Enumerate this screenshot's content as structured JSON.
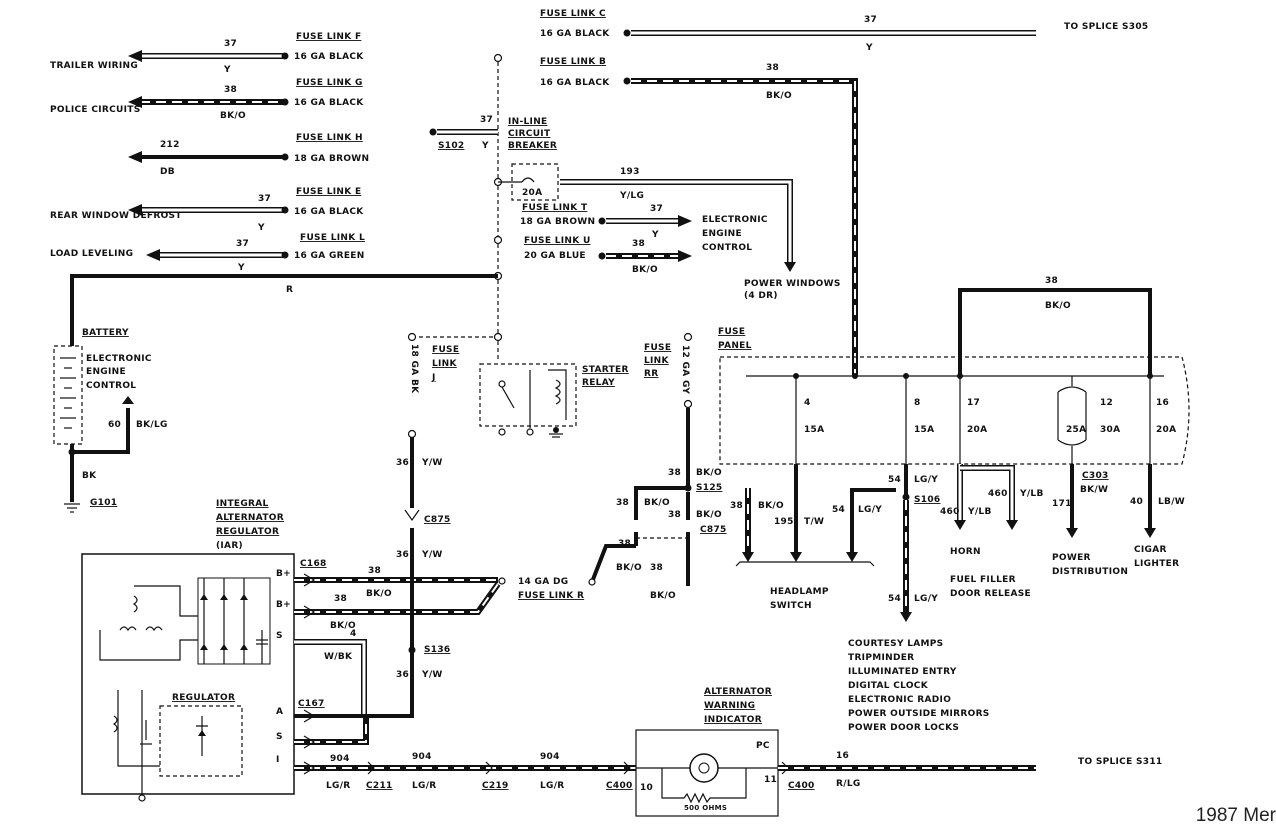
{
  "fuse_links_left": [
    {
      "circuit": "37",
      "name": "FUSE LINK F",
      "gauge": "16 GA BLACK",
      "color": "Y",
      "dest": "TRAILER WIRING"
    },
    {
      "circuit": "38",
      "name": "FUSE LINK G",
      "gauge": "16 GA BLACK",
      "color": "BK/O",
      "dest": "POLICE CIRCUITS"
    },
    {
      "circuit": "212",
      "name": "FUSE LINK H",
      "gauge": "18 GA BROWN",
      "color": "DB",
      "dest": ""
    },
    {
      "circuit": "37",
      "name": "FUSE LINK E",
      "gauge": "16 GA BLACK",
      "color": "Y",
      "dest": "REAR WINDOW DEFROST"
    },
    {
      "circuit": "37",
      "name": "FUSE LINK L",
      "gauge": "16 GA GREEN",
      "color": "Y",
      "dest": "LOAD LEVELING"
    }
  ],
  "fuse_links_top": [
    {
      "circuit": "37",
      "name": "FUSE LINK C",
      "gauge": "16 GA BLACK",
      "color": "Y",
      "dest": "TO SPLICE S305"
    },
    {
      "circuit": "38",
      "name": "FUSE LINK B",
      "gauge": "16 GA BLACK",
      "color": "BK/O"
    }
  ],
  "breaker": {
    "circuit": "37",
    "splice": "S102",
    "color": "Y",
    "title": [
      "IN-LINE",
      "CIRCUIT",
      "BREAKER"
    ],
    "rating": "20A",
    "out_circuit": "193",
    "out_color": "Y/LG",
    "dest": [
      "POWER WINDOWS",
      "(4 DR)"
    ]
  },
  "fuse_link_t": {
    "name": "FUSE LINK T",
    "gauge": "18 GA BROWN",
    "circuit": "37",
    "color": "Y"
  },
  "fuse_link_u": {
    "name": "FUSE LINK U",
    "gauge": "20 GA BLUE",
    "circuit": "38",
    "color": "BK/O"
  },
  "eec": [
    "ELECTRONIC",
    "ENGINE",
    "CONTROL"
  ],
  "battery": {
    "title": "BATTERY",
    "eec": [
      "ELECTRONIC",
      "ENGINE",
      "CONTROL"
    ],
    "eec_circuit": "60",
    "eec_color": "BK/LG",
    "ground_color": "BK",
    "ground": "G101",
    "main_color": "R"
  },
  "fuse_link_j": {
    "gauge": "18 GA BK",
    "title": [
      "FUSE",
      "LINK",
      "J"
    ]
  },
  "starter": {
    "title": [
      "STARTER",
      "RELAY"
    ]
  },
  "fuse_link_rr": {
    "title": [
      "FUSE",
      "LINK",
      "RR"
    ],
    "gauge": "12 GA GY"
  },
  "fuse_panel": {
    "title": [
      "FUSE",
      "PANEL"
    ],
    "top_circuit": "38",
    "top_color": "BK/O",
    "fuses": [
      {
        "num": "4",
        "amp": "15A"
      },
      {
        "num": "8",
        "amp": "15A"
      },
      {
        "num": "17",
        "amp": "20A"
      },
      {
        "num": "12",
        "amp": "30A",
        "extra": "25A"
      },
      {
        "num": "16",
        "amp": "20A"
      }
    ]
  },
  "outputs": {
    "headlamp": {
      "c1": "38",
      "col1": "BK/O",
      "c2": "195",
      "col2": "T/W",
      "c3": "54",
      "col3": "LG/Y",
      "label": [
        "HEADLAMP",
        "SWITCH"
      ]
    },
    "splice_s106": {
      "circuit": "54",
      "color": "LG/Y",
      "name": "S106",
      "down_circuit": "54",
      "down_color": "LG/Y"
    },
    "horn": {
      "circuit": "460",
      "color": "Y/LB",
      "label": "HORN"
    },
    "fuel": {
      "circuit": "460",
      "color": "Y/LB",
      "label": [
        "FUEL FILLER",
        "DOOR RELEASE"
      ]
    },
    "power": {
      "connector": "C303",
      "circuit": "171",
      "color": "BK/W",
      "label": [
        "POWER",
        "DISTRIBUTION"
      ]
    },
    "cigar": {
      "circuit": "40",
      "color": "LB/W",
      "label": [
        "CIGAR",
        "LIGHTER"
      ]
    }
  },
  "courtesy": [
    "COURTESY LAMPS",
    "TRIPMINDER",
    "ILLUMINATED ENTRY",
    "DIGITAL CLOCK",
    "ELECTRONIC RADIO",
    "POWER OUTSIDE MIRRORS",
    "POWER DOOR LOCKS"
  ],
  "alternator": {
    "title": [
      "INTEGRAL",
      "ALTERNATOR",
      "REGULATOR",
      "(IAR)"
    ],
    "regulator": "REGULATOR",
    "terminals": [
      "B+",
      "B+",
      "S",
      "A",
      "S",
      "I"
    ],
    "c168": "C168",
    "c167": "C167",
    "c875": "C875",
    "s136": "S136",
    "w38a": "38",
    "w38a_col": "BK/O",
    "w38b": "38",
    "w4": "4",
    "w4_col": "W/BK",
    "w36_col": "Y/W",
    "w36": "36",
    "y_w_a": "Y/W",
    "y_w_b": "Y/W",
    "y_w_c": "Y/W",
    "fuse_r": [
      "14 GA DG",
      "FUSE LINK R"
    ]
  },
  "s125": {
    "name": "S125",
    "c875": "C875",
    "circuits": [
      "38",
      "38",
      "38",
      "38",
      "38"
    ],
    "colors": [
      "BK/O",
      "BK/O",
      "BK/O",
      "BK/O",
      "BK/O"
    ]
  },
  "warning": {
    "title": [
      "ALTERNATOR",
      "WARNING",
      "INDICATOR"
    ],
    "ohms": "500 OHMS",
    "pc": "PC",
    "pin10": "10",
    "pin11": "11",
    "c400a": "C400",
    "c400b": "C400",
    "c211": "C211",
    "c219": "C219",
    "w904": "904",
    "w904_col": "LG/R",
    "out_circuit": "16",
    "out_color": "R/LG",
    "dest": "TO SPLICE S311"
  },
  "footer": "1987 Mer"
}
